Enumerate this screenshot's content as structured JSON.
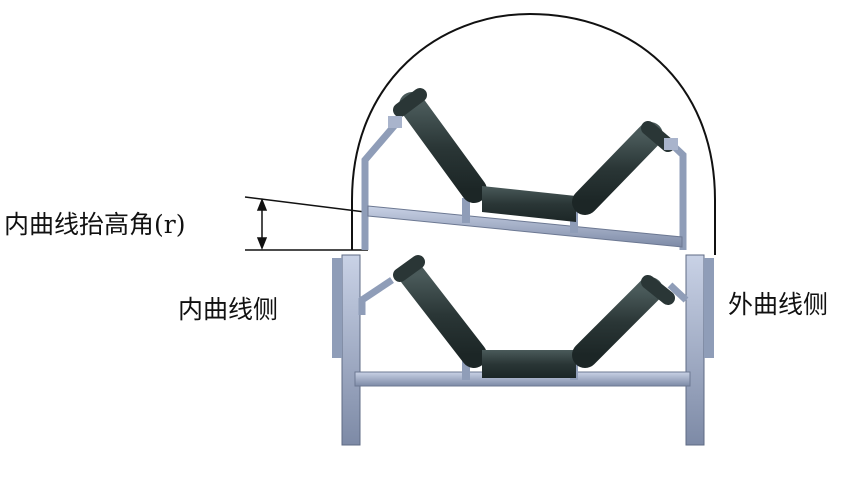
{
  "labels": {
    "raise_angle": "内曲线抬高角(r)",
    "inner_side": "内曲线侧",
    "outer_side": "外曲线侧"
  },
  "colors": {
    "frame": "#8f9db8",
    "roller": "#2c3a3a",
    "line": "#111111"
  }
}
